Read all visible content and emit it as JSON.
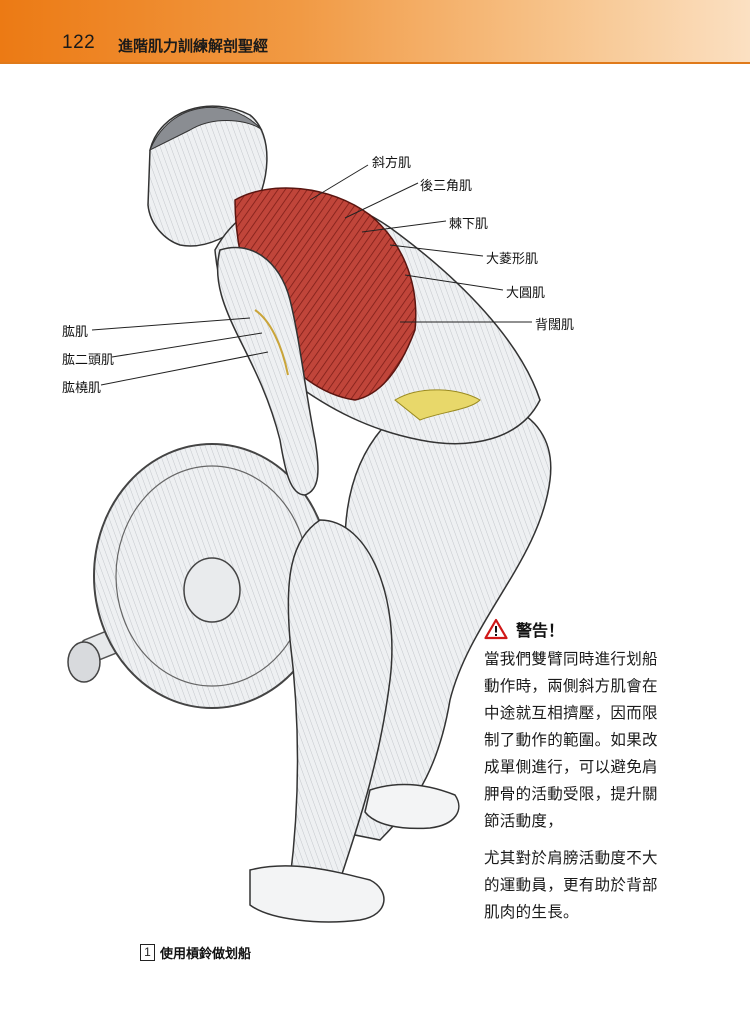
{
  "header": {
    "page_number": "122",
    "book_title": "進階肌力訓練解剖聖經"
  },
  "labels": {
    "trapezius": "斜方肌",
    "posterior_deltoid": "後三角肌",
    "infraspinatus": "棘下肌",
    "rhomboid_major": "大菱形肌",
    "teres_major": "大圓肌",
    "latissimus_dorsi": "背闊肌",
    "brachialis": "肱肌",
    "biceps": "肱二頭肌",
    "brachioradialis": "肱橈肌"
  },
  "warning": {
    "title": "警告！",
    "icon": "warning-triangle-icon",
    "paragraph1_lines": [
      "當我們雙臂同時進行划船",
      "動作時，兩側斜方肌會在",
      "中途就互相擠壓，因而限",
      "制了動作的範圍。如果改",
      "成單側進行，可以避免肩",
      "胛骨的活動受限，提升關",
      "節活動度，"
    ],
    "paragraph2_lines": [
      "尤其對於肩膀活動度不大",
      "的運動員，更有助於背部",
      "肌肉的生長。"
    ]
  },
  "caption": {
    "number": "1",
    "text": "使用槓鈴做划船"
  },
  "colors": {
    "header_orange": "#ec7a14",
    "muscle_red": "#b5352a",
    "warning_red": "#d01818"
  }
}
